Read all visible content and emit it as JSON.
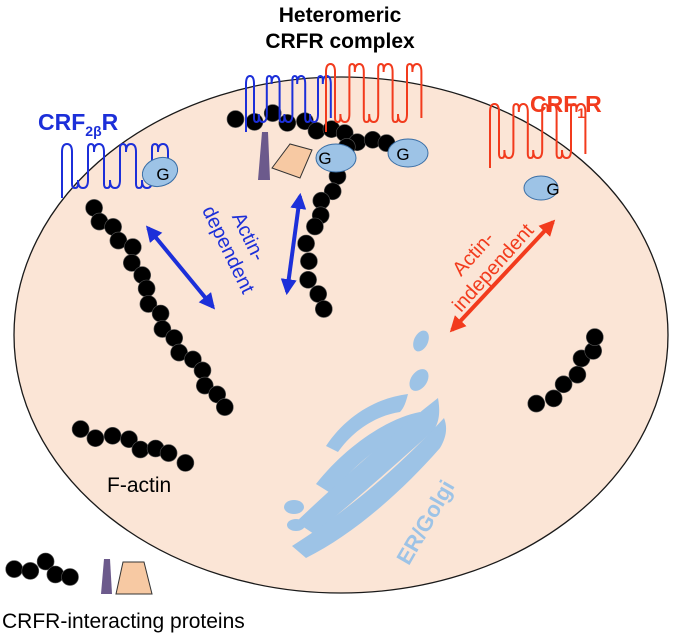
{
  "title": {
    "line1": "Heteromeric",
    "line2": "CRFR complex"
  },
  "receptors": {
    "crf2b": {
      "main": "CRF",
      "sub": "2β",
      "tail": "R",
      "color": "#1c2fd9"
    },
    "crf1": {
      "main": "CRF",
      "sub": "1",
      "tail": "R",
      "color": "#f23b1d"
    }
  },
  "g_protein_label": "G",
  "arrows": {
    "actin_dependent": {
      "line1": "Actin-",
      "line2": "dependent",
      "color": "#1c2fd9"
    },
    "actin_independent": {
      "line1": "Actin-",
      "line2": "independent",
      "color": "#f23b1d"
    }
  },
  "labels": {
    "factin": "F-actin",
    "er_golgi": "ER/Golgi",
    "legend": "CRFR-interacting proteins"
  },
  "colors": {
    "cell_fill": "#fbe5d6",
    "cell_stroke": "#1a1a1a",
    "actin": "#000000",
    "organelle": "#9dc3e6",
    "g_protein": "#9dc3e6",
    "blue_receptor": "#1c2fd9",
    "red_receptor": "#f23b1d",
    "purple_protein": "#6c5a8c",
    "tan_protein": "#f7c9a3"
  }
}
